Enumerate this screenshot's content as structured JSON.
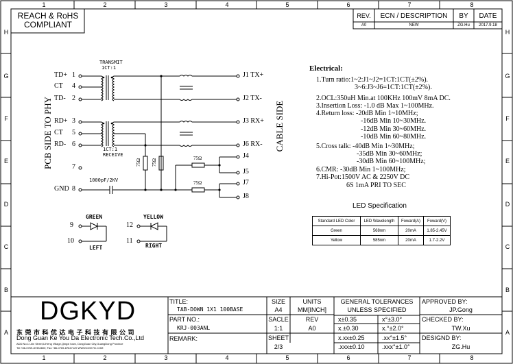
{
  "compliance": {
    "line1": "REACH & RoHS",
    "line2": "COMPLIANT"
  },
  "zones": {
    "columns": [
      "1",
      "2",
      "3",
      "4",
      "5",
      "6",
      "7",
      "8"
    ],
    "rows": [
      "H",
      "G",
      "F",
      "E",
      "D",
      "C",
      "B",
      "A"
    ]
  },
  "revision": {
    "headers": {
      "rev": "REV.",
      "ecn": "ECN / DESCRIPTION",
      "by": "BY",
      "date": "DATE"
    },
    "row": {
      "rev": "A0",
      "ecn": "NEW",
      "by": "ZG.Hu",
      "date": "2017.9.18"
    }
  },
  "schematic": {
    "transmit_label": "TRANSMIT",
    "transmit_ratio": "1CT:1",
    "receive_ratio": "1CT:1",
    "receive_label": "RECEIVE",
    "left_side": "PCB SIDE TO PHY",
    "right_side": "CABLE SIDE",
    "cap_label": "1000pF/2KV",
    "res_75_a": "75Ω",
    "res_75_b": "75Ω",
    "res_75_c": "75Ω",
    "res_75_d": "75Ω",
    "pins_left": [
      {
        "name": "TD+",
        "num": "1"
      },
      {
        "name": "CT",
        "num": "4"
      },
      {
        "name": "TD-",
        "num": "2"
      },
      {
        "name": "RD+",
        "num": "3"
      },
      {
        "name": "CT",
        "num": "5"
      },
      {
        "name": "RD-",
        "num": "6"
      },
      {
        "name": "",
        "num": "7"
      },
      {
        "name": "GND",
        "num": "8"
      }
    ],
    "pins_right": [
      {
        "label": "J1  TX+"
      },
      {
        "label": "J2  TX-"
      },
      {
        "label": "J3  RX+"
      },
      {
        "label": "J6  RX-"
      },
      {
        "label": "J4"
      },
      {
        "label": "J5"
      },
      {
        "label": "J7"
      },
      {
        "label": "J8"
      }
    ],
    "led_left": {
      "color": "GREEN",
      "pin_a": "9",
      "pin_b": "10",
      "side": "LEFT"
    },
    "led_right": {
      "color": "YELLOW",
      "pin_a": "12",
      "pin_b": "11",
      "side": "RIGHT"
    }
  },
  "electrical": {
    "heading": "Electrical:",
    "lines": [
      "1.Turn ratio:1~2:J1~J2=1CT:1CT(±2%).",
      "3~6:J3~J6=1CT:1CT(±2%).",
      "2.OCL:350uH Min.at 100KHz 100mV 8mA DC.",
      "3.Insertion Loss: -1.0 dB Max 1~100MHz.",
      "4.Return loss: -20dB Min 1~10MHz;",
      "-16dB Min 10~30MHz.",
      "-12dB Min 30~60MHz.",
      "-10dB Min 60~80MHz.",
      "5.Cross talk: -40dB Min 1~30MHz;",
      "-35dB Min 30~60MHz;",
      "-30dB Min 60~100MHz;",
      "6.CMR: -30dB Min 1~100MHz;",
      "7.Hi-Pot:1500V AC & 2250V DC",
      "6S 1mA PRI TO SEC"
    ]
  },
  "led_spec": {
    "title": "LED Specification",
    "headers": [
      "Standard LED Color",
      "LED Wavelength",
      "Foward(A)",
      "Foward(V)"
    ],
    "rows": [
      [
        "Green",
        "568nm",
        "20mA",
        "1.85-2.45V"
      ],
      [
        "Yellow",
        "585nm",
        "20mA",
        "1.7-2.2V"
      ]
    ]
  },
  "title_block": {
    "logo": "DGKYD",
    "company_cn": "东 莞 市 科 优 达 电 子 科 技 有 限 公 司",
    "company_en": "Dong Guan Ke You Da Electronic Tech.Co.,Ltd",
    "address": "ADD:No.1 Lilin Street,LiHeng Village,Qingxi town, DongGuan City,GuangDong Province",
    "contact": "Tel:+86-0769-87334600; Fax:+86-0769-87647129  WWW.DGKYD.COM",
    "title_label": "TITLE:",
    "title_value": "TAB-DOWN 1X1 100BASE",
    "part_label": "PART NO.:",
    "part_value": "KRJ-003ANL",
    "remark_label": "REMARK:",
    "size_label": "SIZE",
    "size_value": "A4",
    "scale_label": "SACLE",
    "scale_value": "1:1",
    "sheet_label": "SHEET",
    "sheet_value": "2/3",
    "units_label": "UNITS",
    "units_value": "MM[INCH]",
    "rev_label": "REV",
    "rev_value": "A0",
    "tol_title1": "GENERAL TOLERANCES",
    "tol_title2": "UNLESS SPECIFIED",
    "tol": [
      [
        "x±0.35",
        "x°±3.0°"
      ],
      [
        "x.±0.30",
        "x.°±2.0°"
      ],
      [
        "x.xx±0.25",
        ".xx°±1.5°"
      ],
      [
        ".xxx±0.10",
        ".xxx°±1.0°"
      ]
    ],
    "approved_label": "APPROVED BY:",
    "approved_value": "JP.Gong",
    "checked_label": "CHECKED BY:",
    "checked_value": "TW.Xu",
    "design_label": "DESIGND BY:",
    "design_value": "ZG.Hu"
  }
}
